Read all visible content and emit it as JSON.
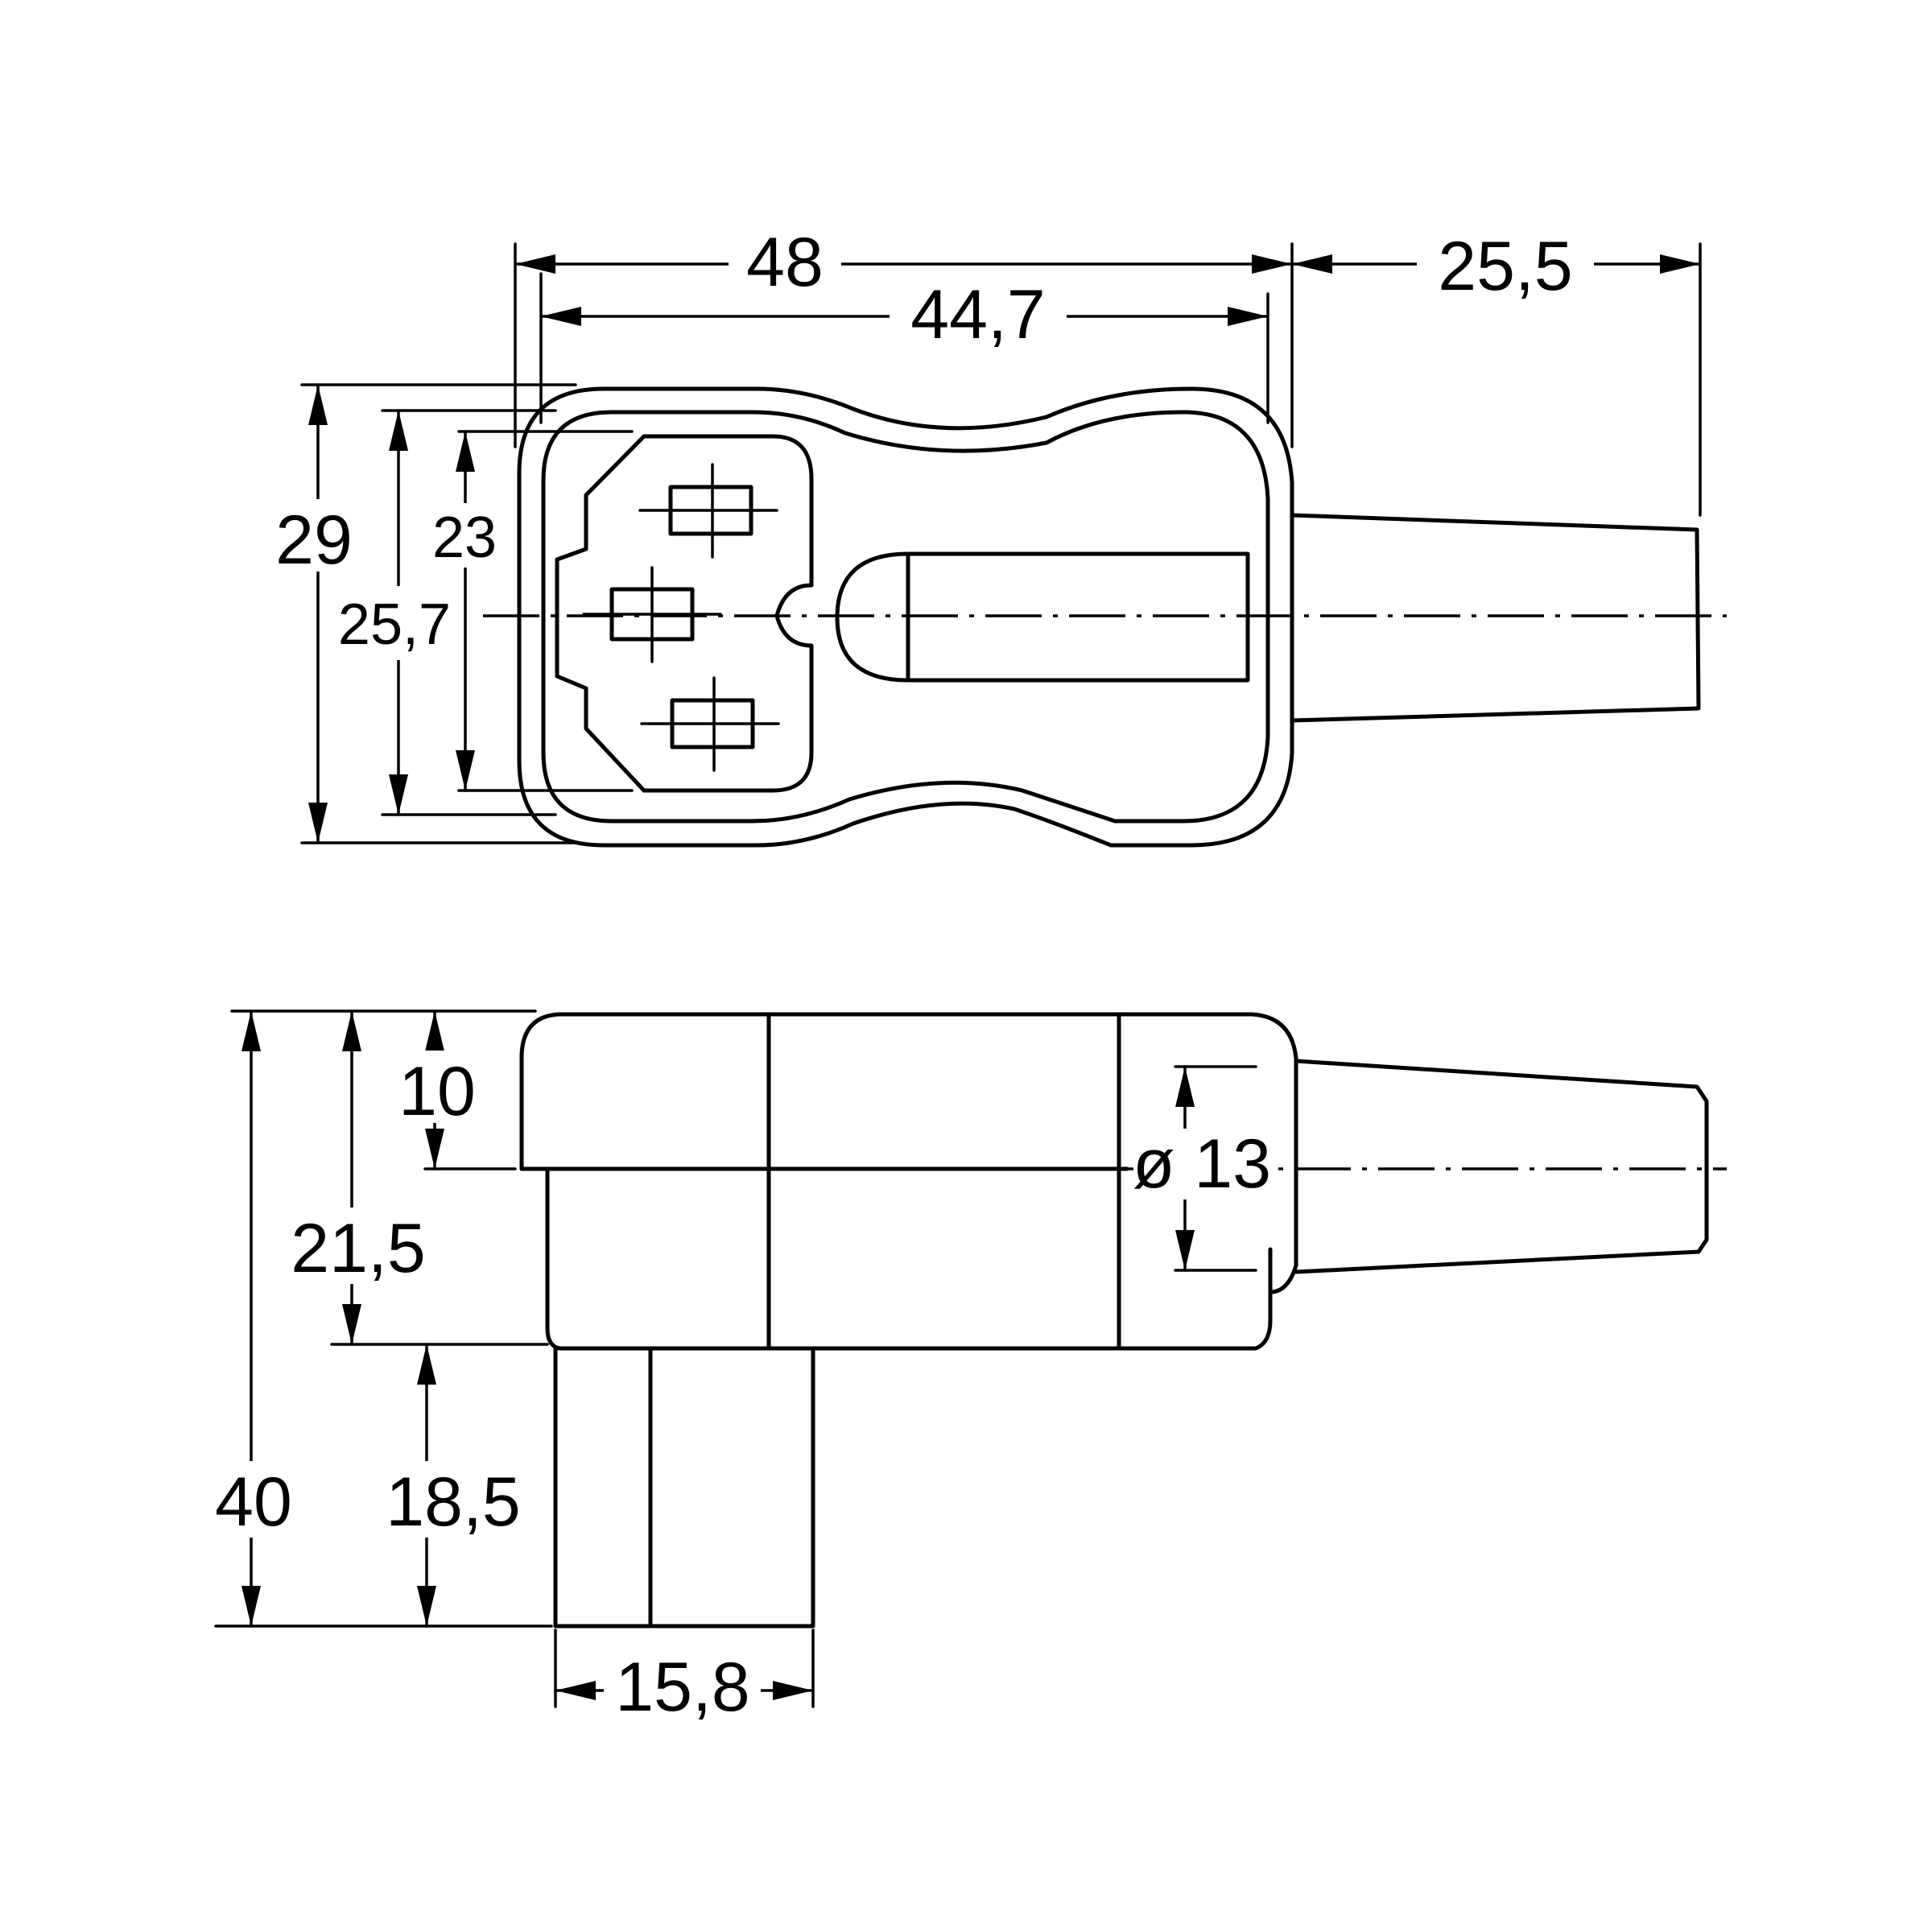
{
  "top_view": {
    "dimensions": {
      "overall_length": "48",
      "body_length": "44,7",
      "cable_length": "25,5",
      "overall_width": "29",
      "inner_width": "25,7",
      "socket_width": "23"
    }
  },
  "side_view": {
    "dimensions": {
      "overall_height": "40",
      "body_height": "21,5",
      "upper_height": "10",
      "socket_depth": "18,5",
      "socket_width": "15,8",
      "cable_diameter": "ø 13"
    }
  }
}
